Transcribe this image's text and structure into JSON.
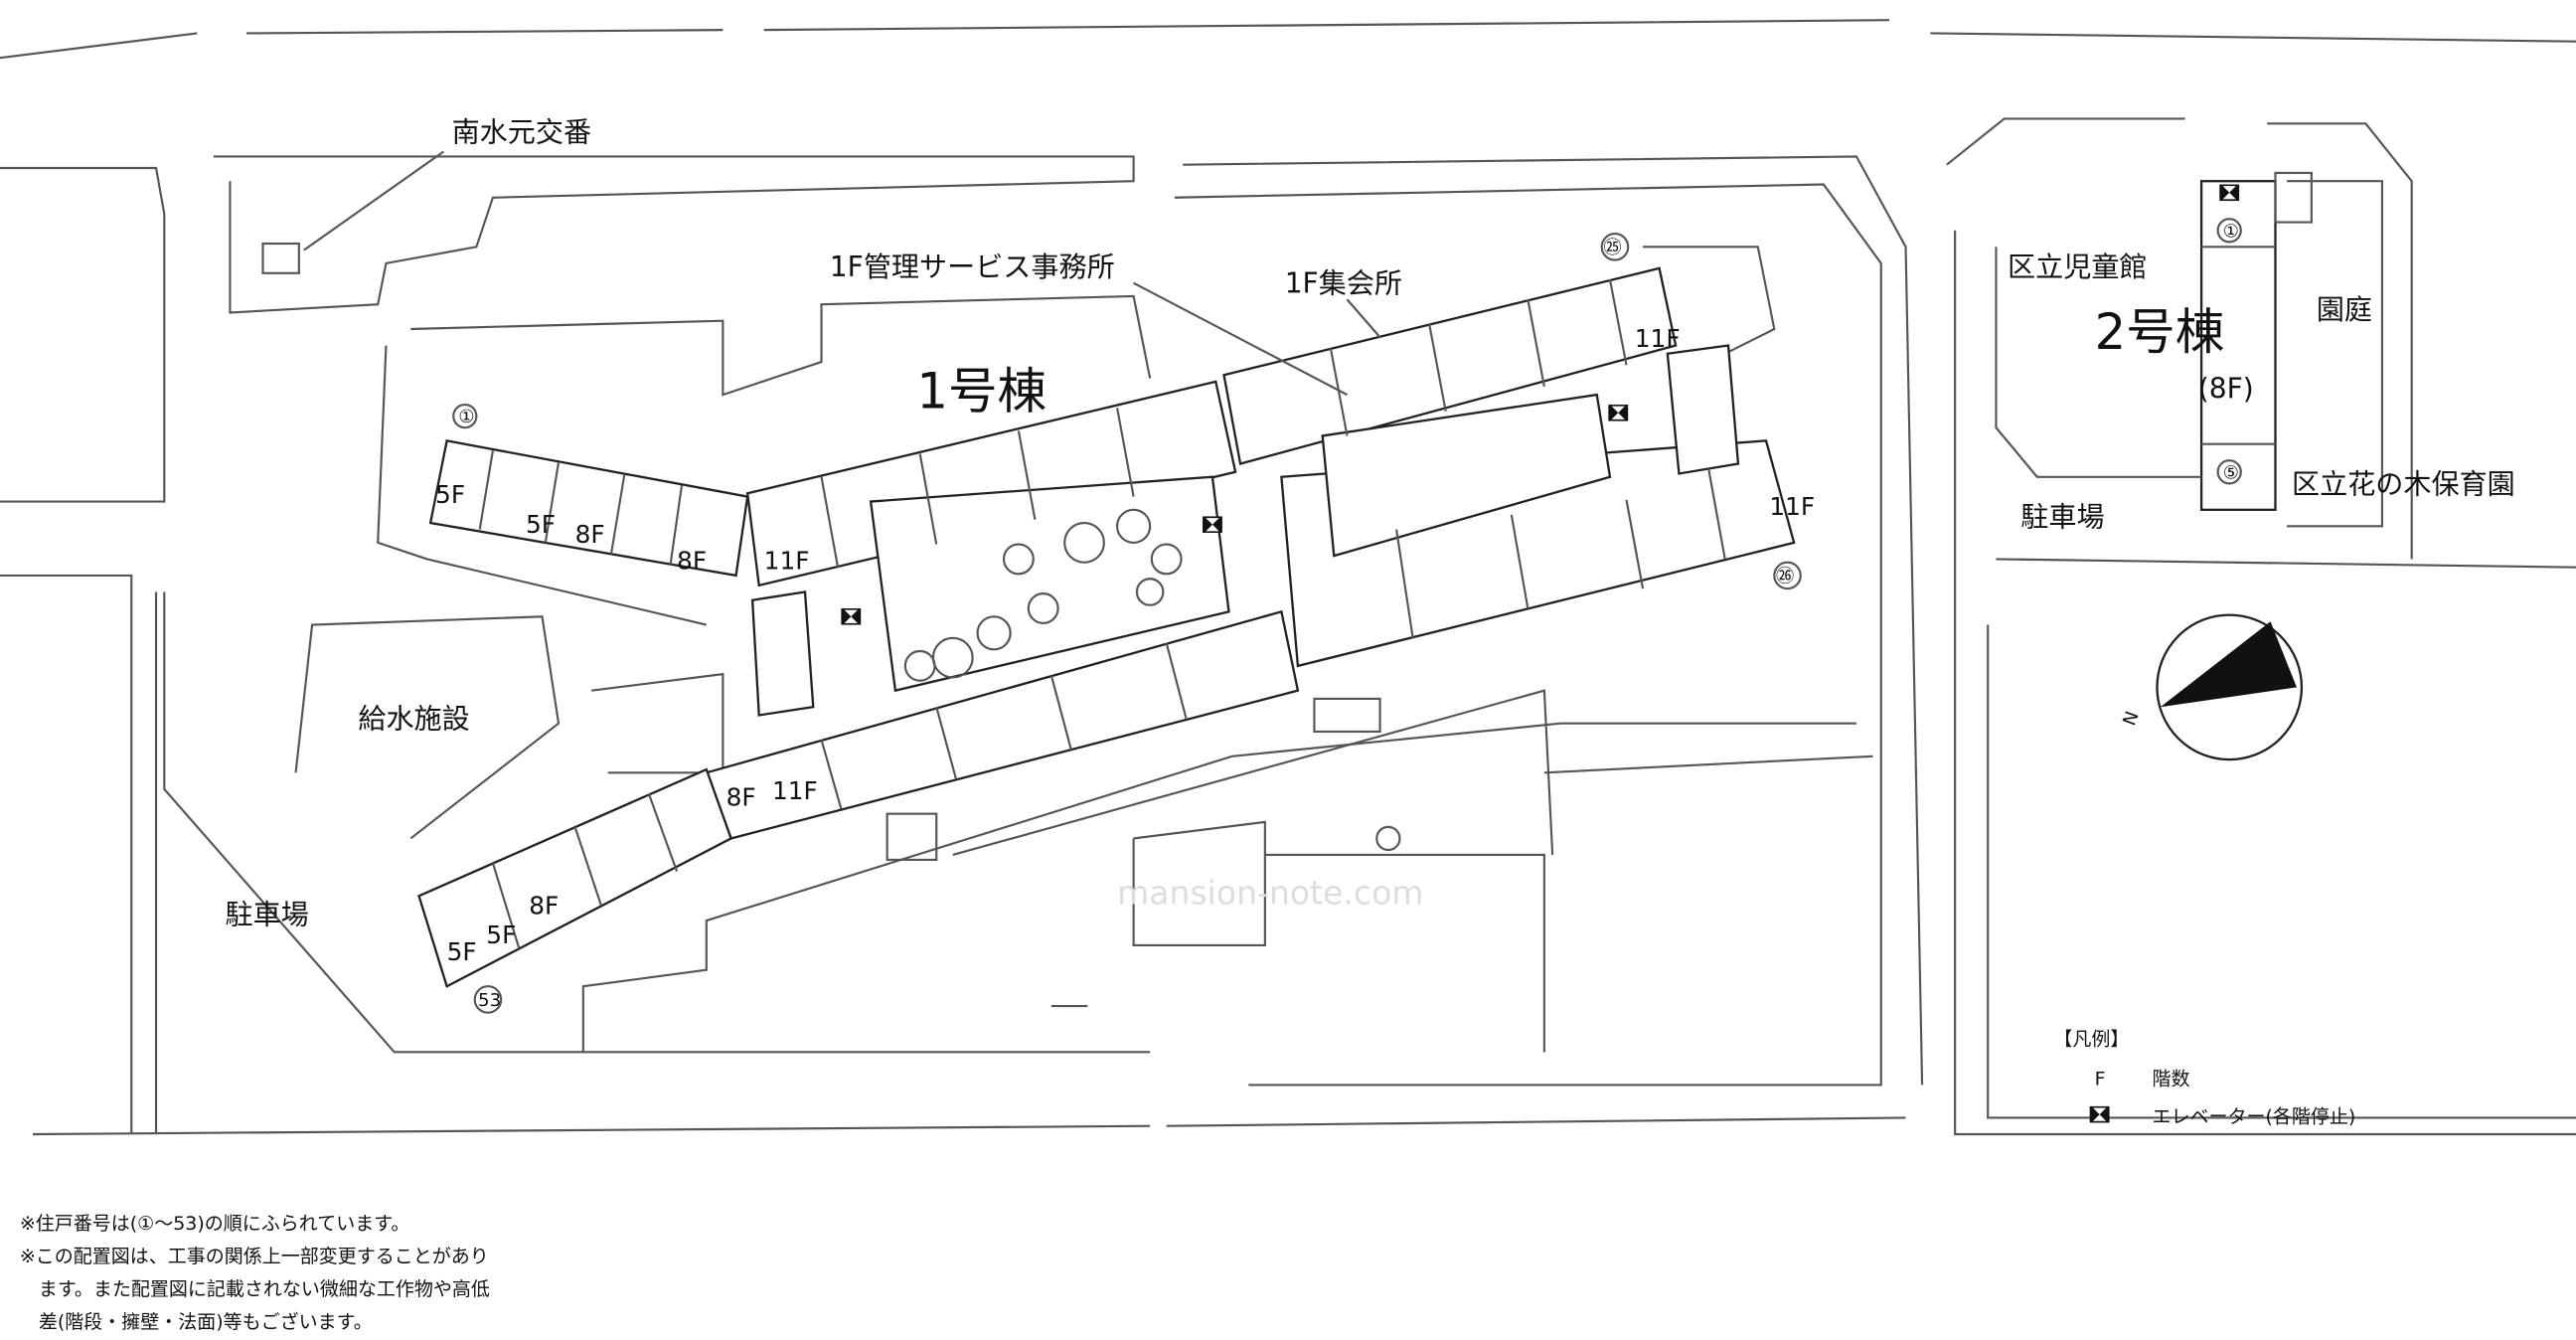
{
  "labels": {
    "koban": "南水元交番",
    "office": "1F管理サービス事務所",
    "meeting": "1F集会所",
    "bldg1": "1号棟",
    "children_hall": "区立児童館",
    "bldg2": "2号棟",
    "bldg2_floors": "(8F)",
    "garden": "園庭",
    "nursery": "区立花の木保育園",
    "parking_east": "駐車場",
    "water": "給水施設",
    "parking_west": "駐車場",
    "compass_n": "N"
  },
  "floors": [
    "5F",
    "5F",
    "8F",
    "8F",
    "11F",
    "11F",
    "11F",
    "8F",
    "11F",
    "8F",
    "5F",
    "5F"
  ],
  "unit_numbers": [
    "①",
    "㉕",
    "㉖",
    "53",
    "①",
    "⑤"
  ],
  "watermark": "mansion-note.com",
  "legend": {
    "title": "【凡例】",
    "items": [
      {
        "symbol": "F",
        "label": "階数"
      },
      {
        "symbol": "elevator-icon",
        "label": "エレベーター(各階停止)"
      }
    ]
  },
  "notes": [
    "※住戸番号は(①〜53)の順にふられています。",
    "※この配置図は、工事の関係上一部変更することがあり",
    "　ます。また配置図に記載されない微細な工作物や高低",
    "　差(階段・擁壁・法面)等もございます。"
  ]
}
